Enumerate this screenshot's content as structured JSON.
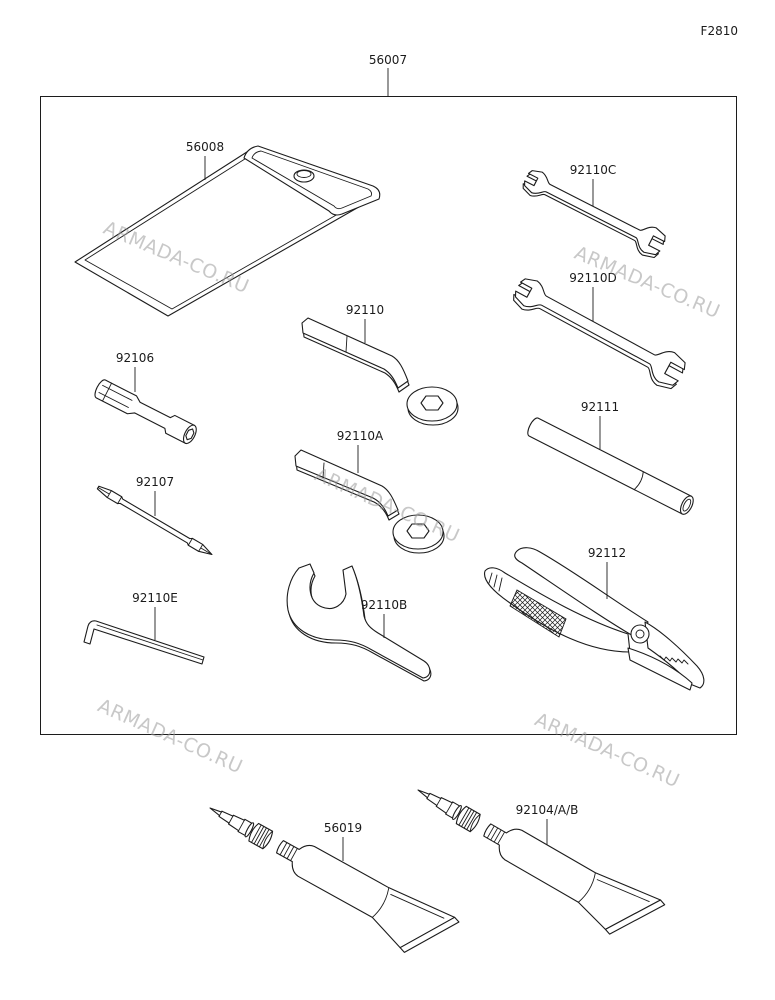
{
  "figure_id": "F2810",
  "assembly": {
    "part_no": "56007"
  },
  "parts": {
    "pouch": "56008",
    "wrench_small": "92110C",
    "wrench_large": "92110D",
    "box_wrench": "92110",
    "socket_handle": "92106",
    "extension_bar": "92111",
    "box_wrench_a": "92110A",
    "screwdriver_bit": "92107",
    "pliers": "92112",
    "hex_key": "92110E",
    "hook_wrench": "92110B",
    "tube_left": "56019",
    "tube_right": "92104/A/B"
  },
  "watermark": "ARMADA-CO.RU",
  "colors": {
    "line": "#1c1c1c",
    "watermark": "#9a9a9a",
    "background": "#ffffff"
  }
}
